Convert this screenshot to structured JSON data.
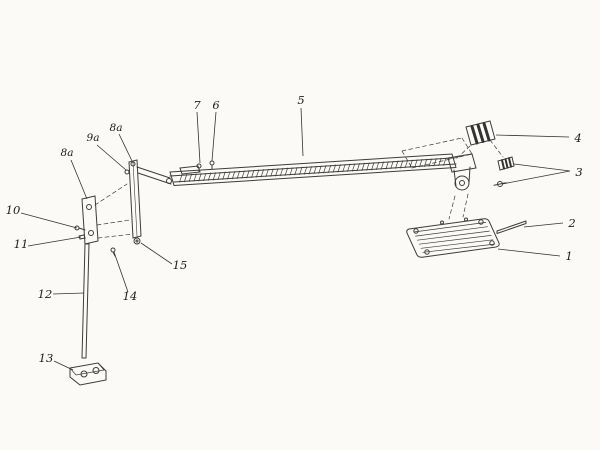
{
  "diagram": {
    "type": "exploded-parts-diagram",
    "colors": {
      "line": "#3c3c3c",
      "leader": "#333333",
      "label": "#1d1d1d",
      "background": "#fbfaf7"
    },
    "callouts": [
      {
        "part": "1"
      },
      {
        "part": "2"
      },
      {
        "part": "3"
      },
      {
        "part": "4"
      },
      {
        "part": "5"
      },
      {
        "part": "6"
      },
      {
        "part": "7"
      },
      {
        "part": "8a"
      },
      {
        "part": "9a"
      },
      {
        "part": "8a"
      },
      {
        "part": "10"
      },
      {
        "part": "11"
      },
      {
        "part": "12"
      },
      {
        "part": "13"
      },
      {
        "part": "14"
      },
      {
        "part": "15"
      }
    ]
  }
}
